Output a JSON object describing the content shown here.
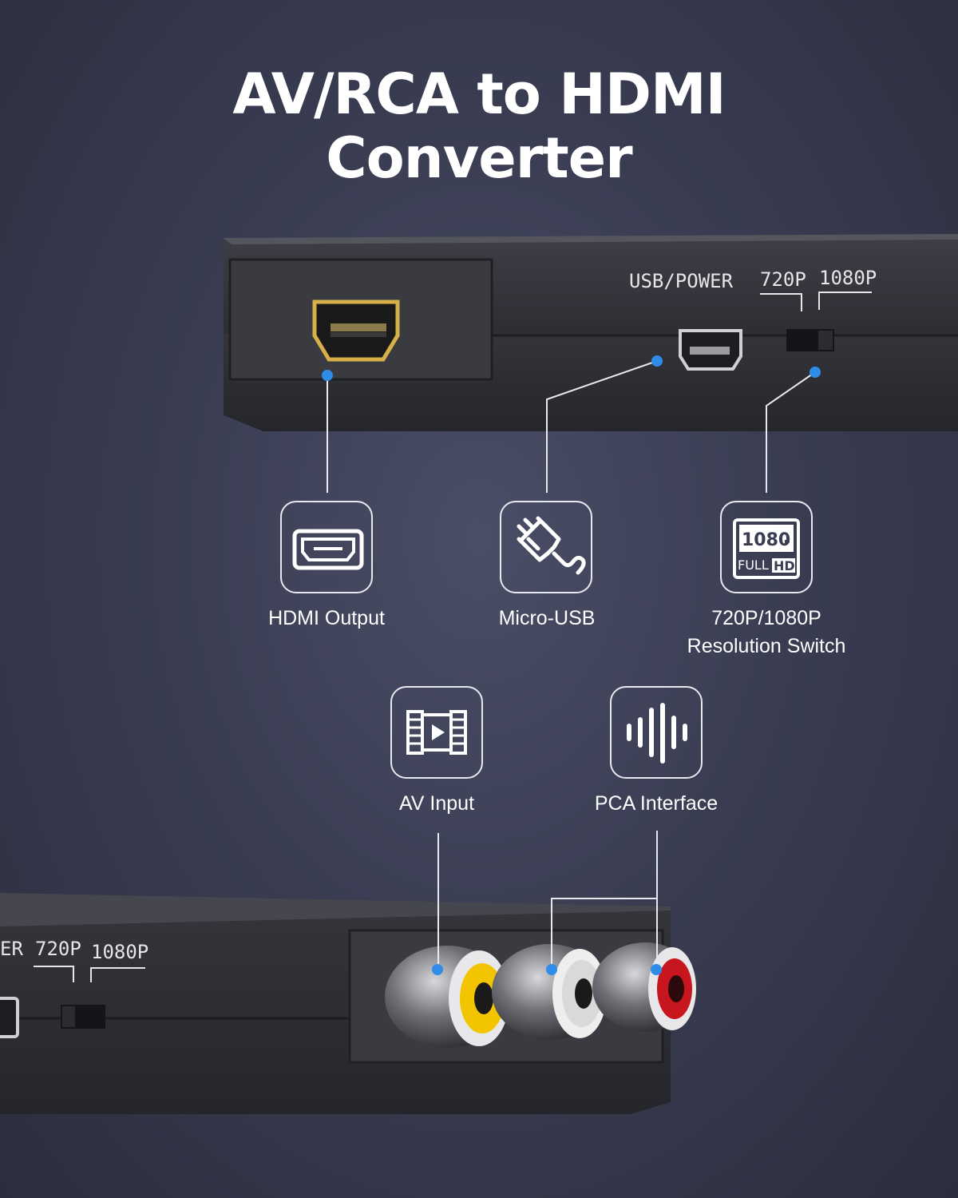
{
  "title": {
    "line1": "AV/RCA to HDMI",
    "line2": "Converter"
  },
  "device_top": {
    "label_usb_power": "USB/POWER",
    "label_720": "720P",
    "label_1080": "1080P"
  },
  "device_bottom": {
    "label_er": "ER",
    "label_720": "720P",
    "label_1080": "1080P"
  },
  "features": [
    {
      "label": "HDMI Output",
      "icon": "hdmi-port-icon"
    },
    {
      "label": "Micro-USB",
      "icon": "power-plug-icon"
    },
    {
      "label_line1": "720P/1080P",
      "label_line2": "Resolution Switch",
      "icon": "fullhd-1080p-icon",
      "badge_top": "1080",
      "badge_sub": "P",
      "badge_bottom_a": "FULL",
      "badge_bottom_b": "HD"
    },
    {
      "label": "AV Input",
      "icon": "video-film-icon"
    },
    {
      "label": "PCA Interface",
      "icon": "audio-wave-icon"
    }
  ],
  "colors": {
    "accent_dot": "#2f8ce8",
    "rca_yellow": "#f2c500",
    "rca_white": "#d9d9d9",
    "rca_red": "#c8161e",
    "hdmi_gold": "#d8b049"
  }
}
